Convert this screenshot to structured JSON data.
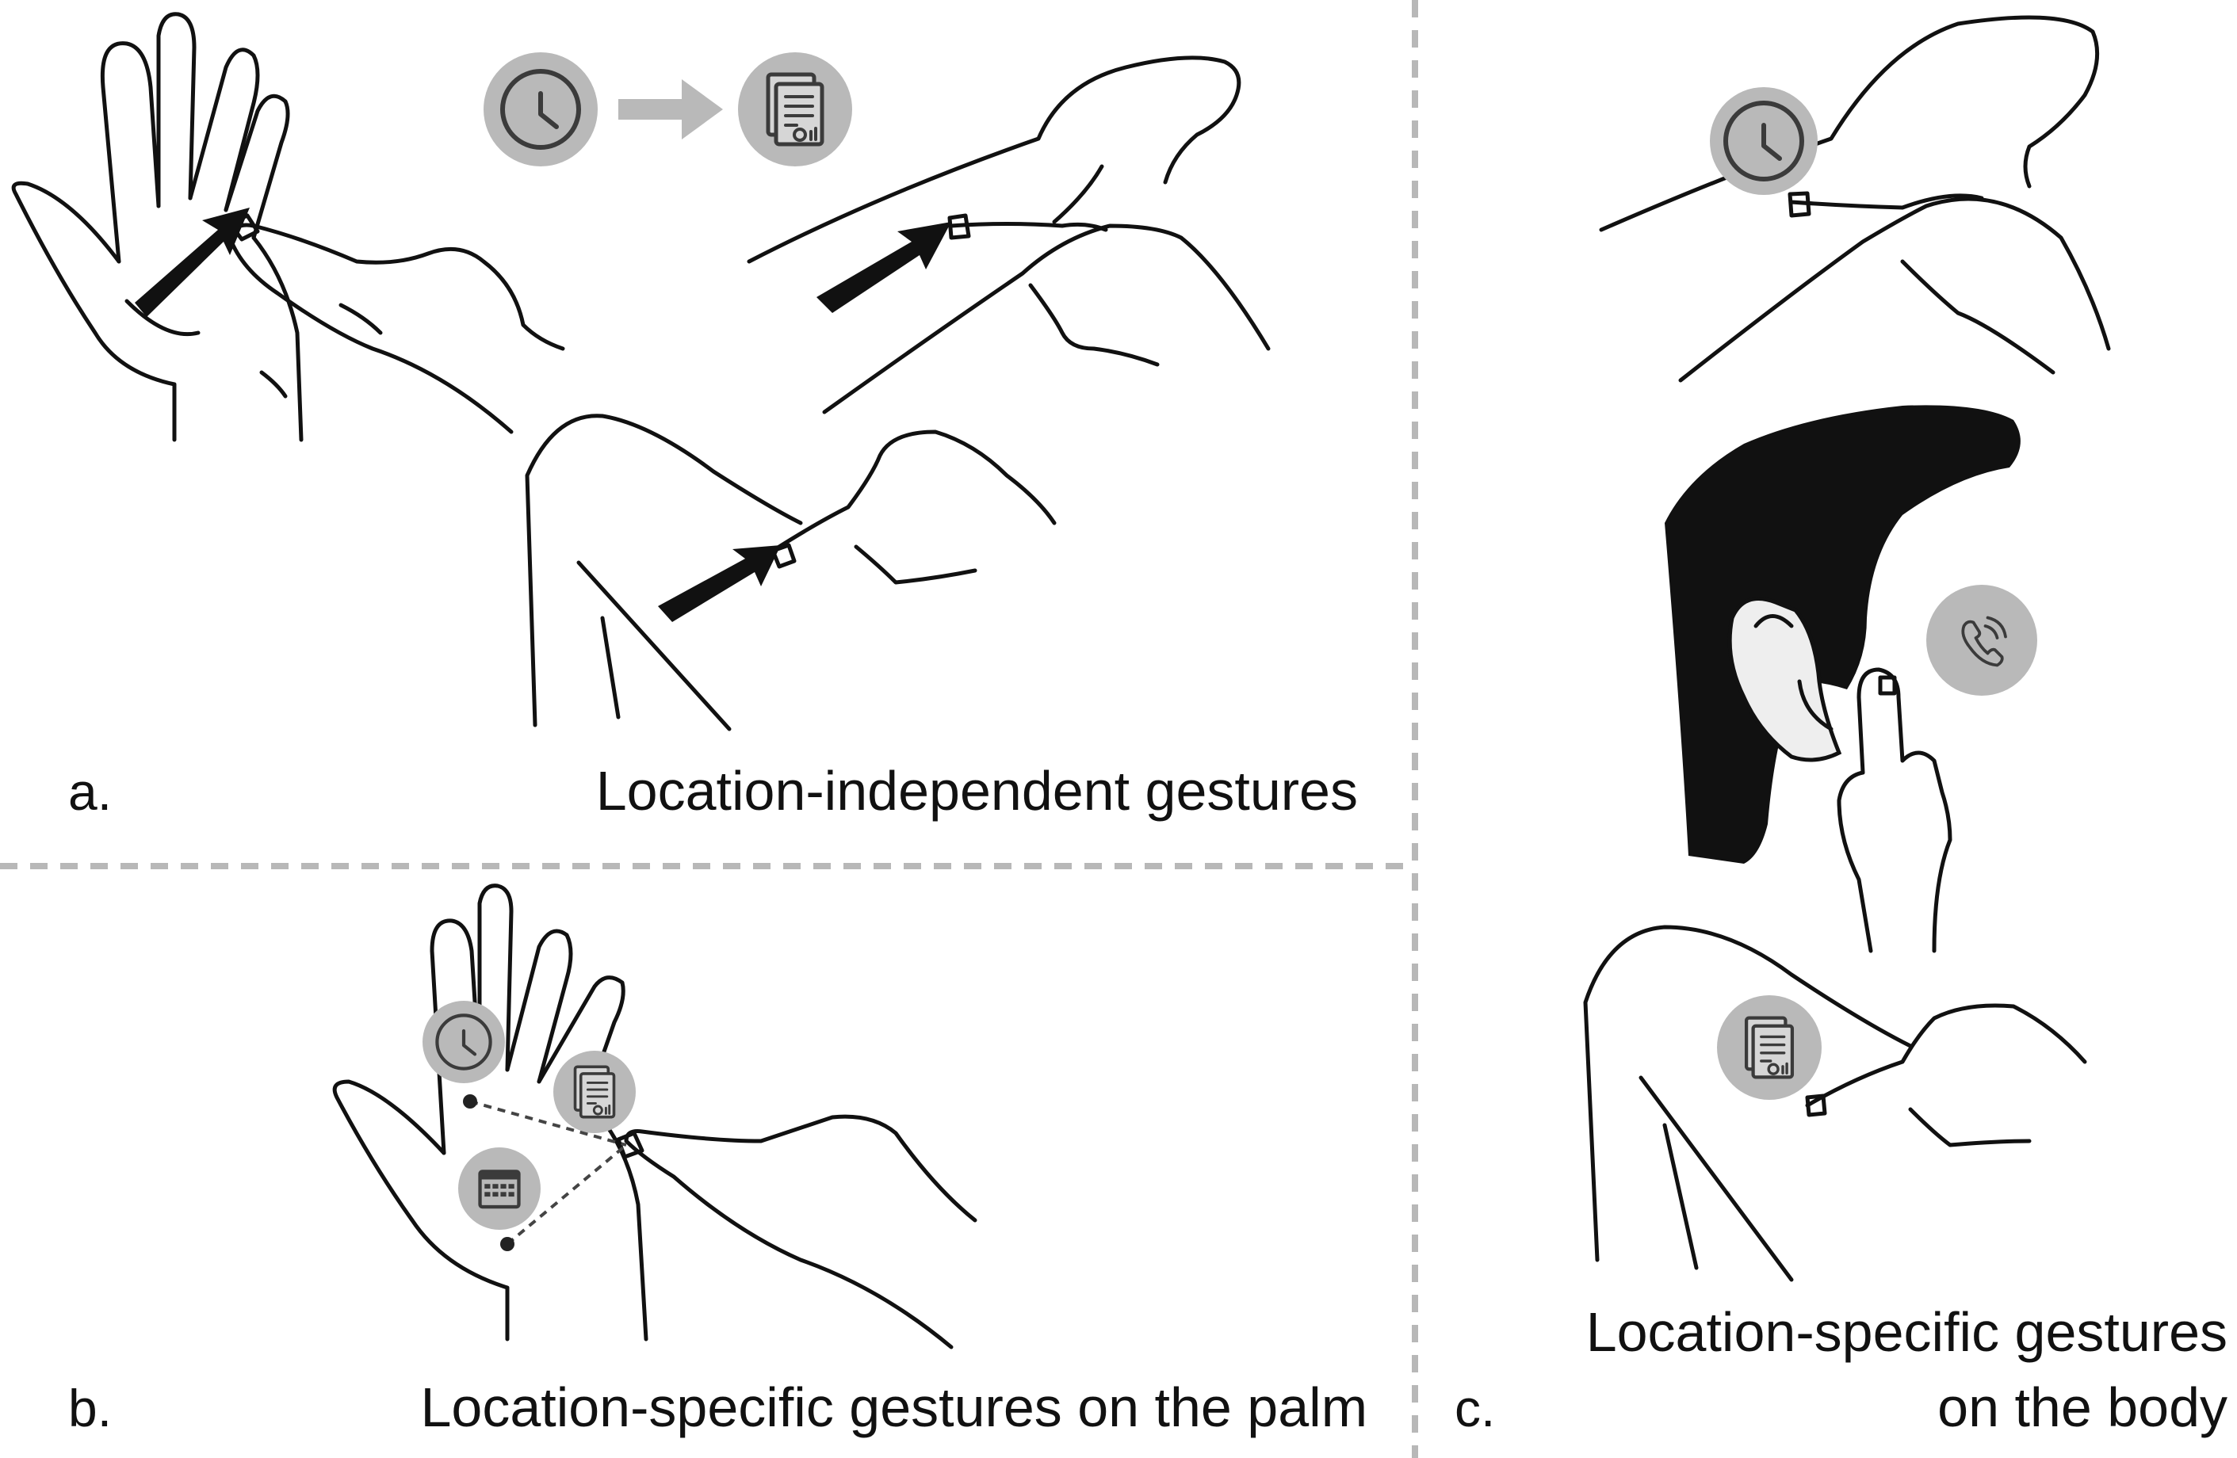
{
  "panels": {
    "a": {
      "letter": "a.",
      "caption": "Location-independent gestures"
    },
    "b": {
      "letter": "b.",
      "caption": "Location-specific gestures on the palm"
    },
    "c": {
      "letter": "c.",
      "caption_lines": [
        "Location-specific gestures",
        "on the body"
      ]
    }
  },
  "icons": {
    "a": [
      "clock-icon",
      "arrow-right-icon",
      "document-chart-icon"
    ],
    "b": [
      "clock-icon",
      "document-chart-icon",
      "calendar-icon"
    ],
    "c": [
      "clock-icon",
      "phone-icon",
      "document-chart-icon"
    ]
  },
  "colors": {
    "ink": "#111111",
    "badge": "#b9b9b9",
    "icon_stroke": "#3b3b3b",
    "divider": "#b8b8b8"
  }
}
